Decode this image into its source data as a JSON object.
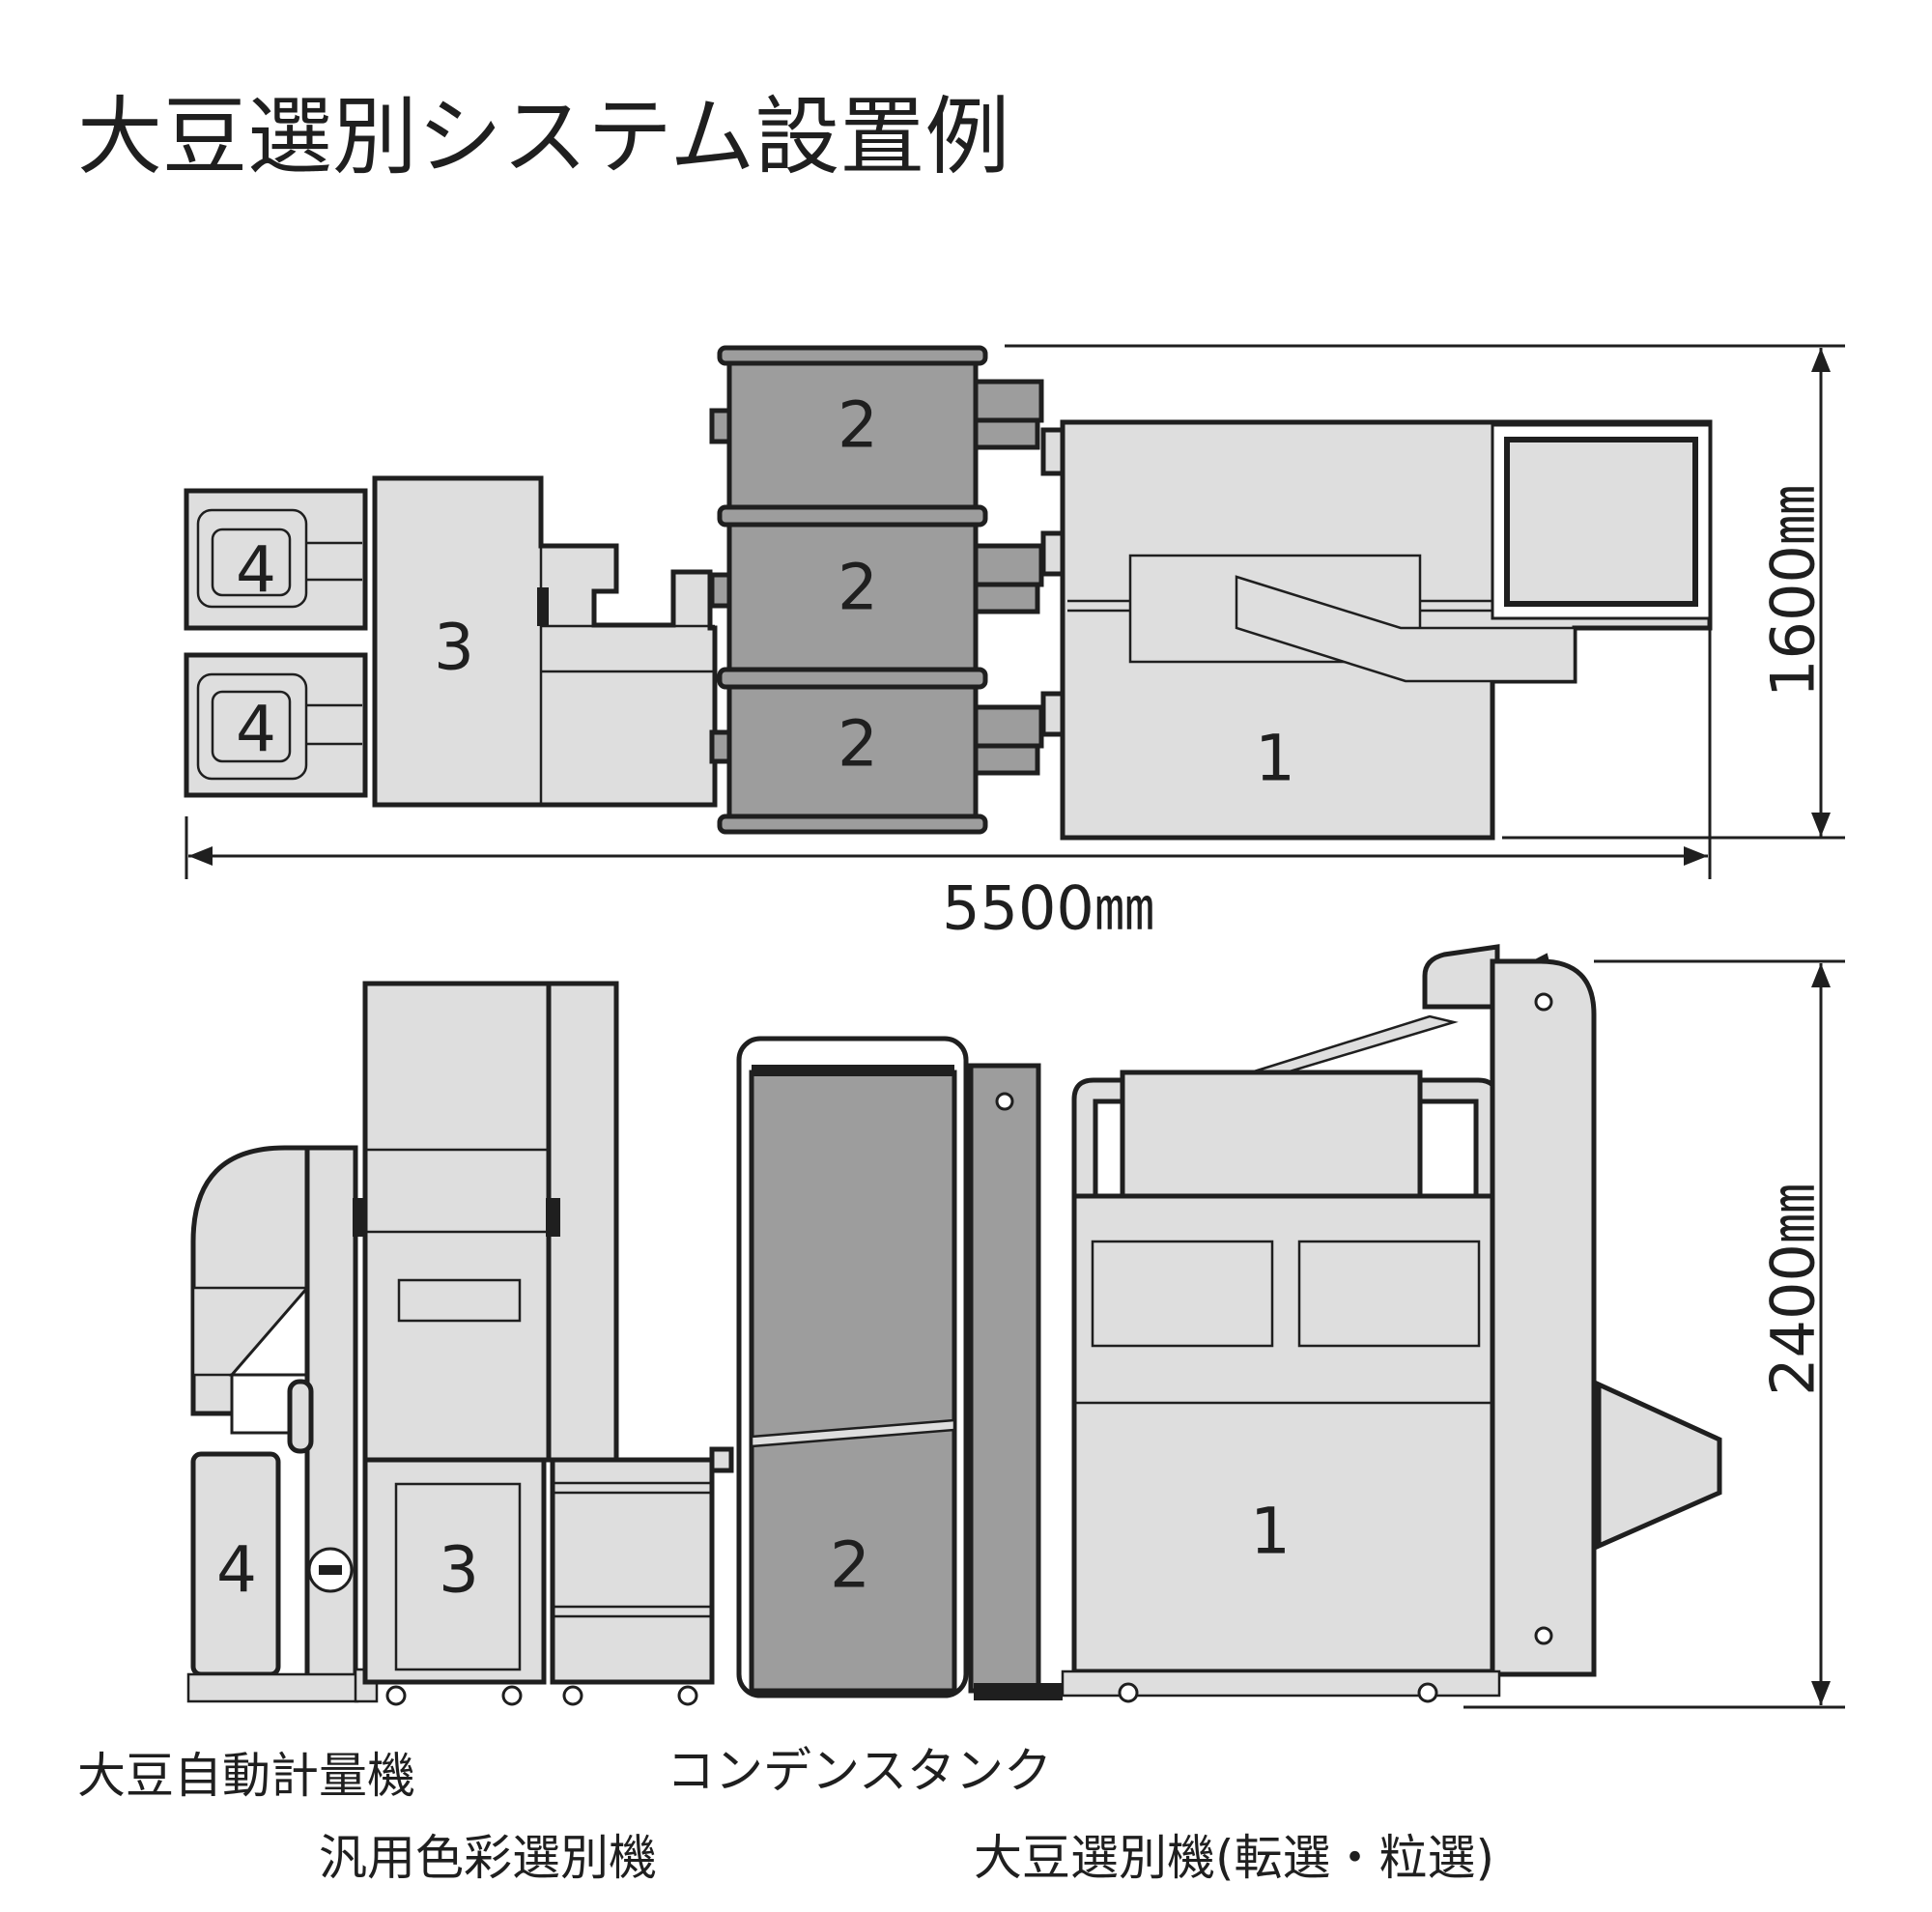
{
  "title": "大豆選別システム設置例",
  "dimensions": {
    "width": "5500㎜",
    "depth": "1600㎜",
    "height": "2400㎜"
  },
  "unit_numbers": {
    "sorter": "1",
    "condenser_tank": "2",
    "color_sorter": "3",
    "weigher": "4"
  },
  "labels": {
    "weigher": "大豆自動計量機",
    "condenser_tank": "コンデンスタンク",
    "color_sorter": "汎用色彩選別機",
    "sorter": "大豆選別機(転選・粒選)"
  }
}
